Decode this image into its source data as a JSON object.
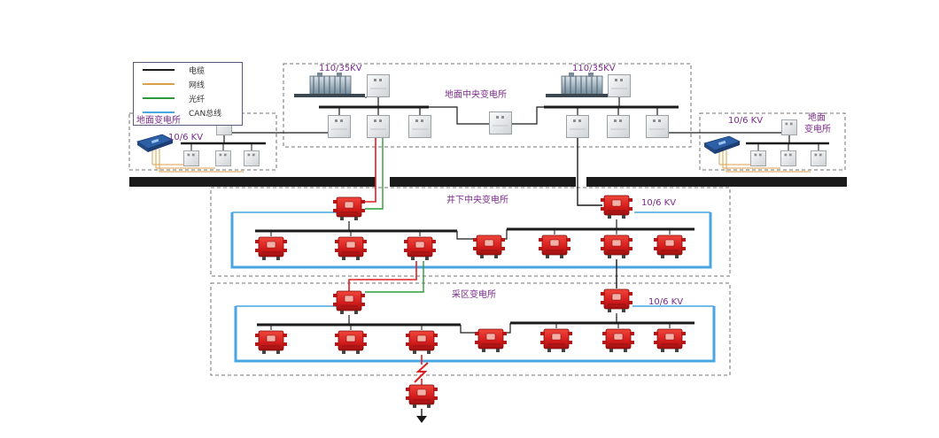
{
  "legend": {
    "items": [
      {
        "label": "电缆",
        "color": "#1a1a1a"
      },
      {
        "label": "网线",
        "color": "#d8a04a"
      },
      {
        "label": "光纤",
        "color": "#2e9a3a"
      },
      {
        "label": "CAN总线",
        "color": "#4aa6e0"
      }
    ]
  },
  "labels": {
    "surface_central": "地面中央变电所",
    "transformer_left_kv": "110/35KV",
    "transformer_right_kv": "110/35KV",
    "surface_left": "地面变电所",
    "surface_left_kv": "10/6  KV",
    "surface_right_kv": "10/6  KV",
    "surface_right_1": "地面",
    "surface_right_2": "变电所",
    "underground_central": "井下中央变电所",
    "underground_kv": "10/6  KV",
    "mining_area": "采区变电所",
    "mining_kv": "10/6  KV"
  },
  "colors": {
    "cable": "#1a1a1a",
    "network": "#d8a04a",
    "fiber": "#2e9a3a",
    "can": "#4aa6e0",
    "red_line": "#e02020",
    "equipment_red": "#d81e1e",
    "label_purple": "#7a2a8a"
  }
}
